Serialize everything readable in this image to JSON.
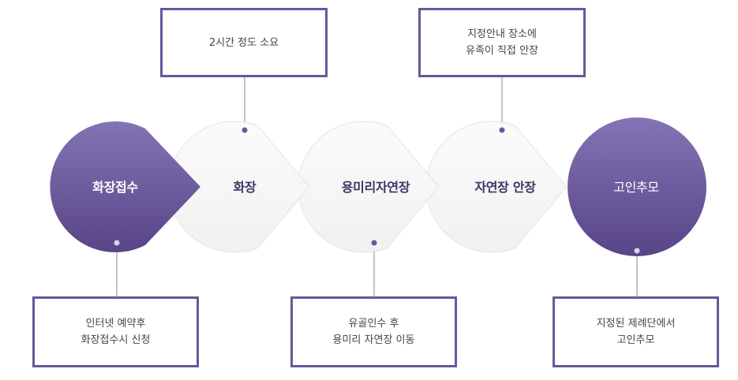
{
  "colors": {
    "accent": "#6a569b",
    "accent_dark": "#574587",
    "accent_light": "#8574b5",
    "pale_circle": "#f6f6f6",
    "pale_border": "#e4e4e4",
    "connector": "#8a8a8a",
    "note_text": "#444444",
    "dark_label": "#3e3265"
  },
  "stages": [
    {
      "id": "reception",
      "label": "화장접수",
      "style": "filled"
    },
    {
      "id": "cremation",
      "label": "화장",
      "style": "pale"
    },
    {
      "id": "move",
      "label": "용미리자연장",
      "style": "pale"
    },
    {
      "id": "burial",
      "label": "자연장 안장",
      "style": "pale"
    },
    {
      "id": "memorial",
      "label": "고인추모",
      "style": "filled"
    }
  ],
  "notes": {
    "cremation": {
      "lines": [
        "2시간 정도 소요"
      ]
    },
    "burial": {
      "lines": [
        "지정안내 장소에",
        "유족이 직접 안장"
      ]
    },
    "reception": {
      "lines": [
        "인터넷 예약후",
        "화장접수시 신청"
      ]
    },
    "move": {
      "lines": [
        "유골인수 후",
        "용미리 자연장 이동"
      ]
    },
    "memorial": {
      "lines": [
        "지정된 제례단에서",
        "고인추모"
      ]
    }
  }
}
